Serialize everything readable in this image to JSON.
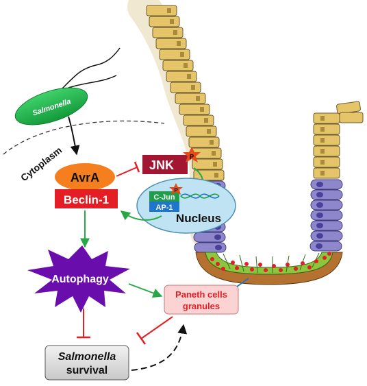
{
  "labels": {
    "salmonella": "Salmonella",
    "cytoplasm": "Cytoplasm",
    "avra": "AvrA",
    "beclin": "Beclin-1",
    "jnk": "JNK",
    "p_jnk": "P",
    "p_cjun": "P",
    "cjun": "C-Jun",
    "ap1": "AP-1",
    "nucleus": "Nucleus",
    "autophagy": "Autophagy",
    "paneth_line1": "Paneth cells",
    "paneth_line2": "granules",
    "survival_line1": "Salmonella",
    "survival_line2": "survival"
  },
  "colors": {
    "bacterium": "#1db34a",
    "avra": "#f57e1f",
    "beclin": "#e31e24",
    "jnk": "#a31632",
    "phospho": "#e64a19",
    "nucleus": "#bfe3f2",
    "cjun": "#1e9e4a",
    "ap1": "#1f75c8",
    "autophagy": "#6a0dad",
    "paneth_box": "#fbd3d3",
    "paneth_text": "#e31e24",
    "survival_box": "#dcdcdc",
    "arrow_green": "#27a845",
    "inhibit_red": "#e31e24",
    "crypt_yellow": "#e6c56a",
    "crypt_purple": "#8f87cc",
    "crypt_brown": "#b5712f",
    "crypt_green": "#8cc63f",
    "granule": "#e31e24"
  }
}
